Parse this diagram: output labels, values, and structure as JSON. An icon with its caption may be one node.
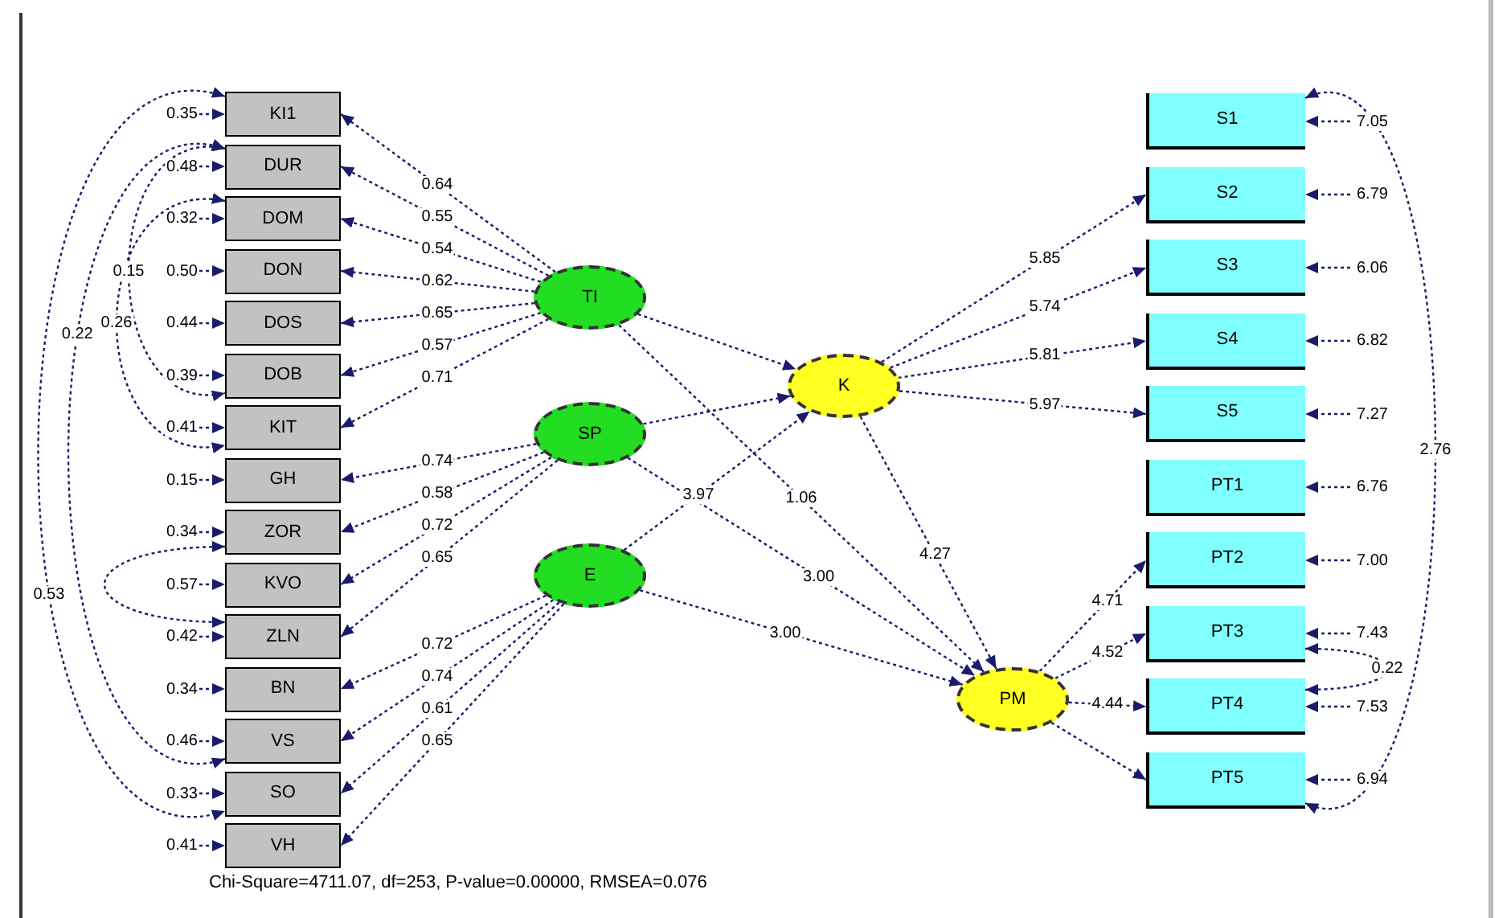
{
  "diagram": {
    "caption": "Chi-Square=4711.07, df=253, P-value=0.00000, RMSEA=0.076",
    "nodes": [
      {
        "text": [
          "KI1"
        ]
      },
      {
        "text": [
          "DUR"
        ]
      },
      {
        "text": [
          "DOM"
        ]
      },
      {
        "text": [
          "DON"
        ]
      },
      {
        "text": [
          "DOS"
        ]
      },
      {
        "text": [
          "DOB"
        ]
      },
      {
        "text": [
          "KIT"
        ]
      },
      {
        "text": [
          "GH"
        ]
      },
      {
        "text": [
          "ZOR"
        ]
      },
      {
        "text": [
          "KVO"
        ]
      },
      {
        "text": [
          "ZLN"
        ]
      },
      {
        "text": [
          "BN"
        ]
      },
      {
        "text": [
          "VS"
        ]
      },
      {
        "text": [
          "SO"
        ]
      },
      {
        "text": [
          "VH"
        ]
      },
      {
        "text": [
          "TI"
        ]
      },
      {
        "text": [
          "SP"
        ]
      },
      {
        "text": [
          "E"
        ]
      },
      {
        "text": [
          "K"
        ]
      },
      {
        "text": [
          "PM"
        ]
      },
      {
        "text": [
          "S1"
        ]
      },
      {
        "text": [
          "S2"
        ]
      },
      {
        "text": [
          "S3"
        ]
      },
      {
        "text": [
          "S4"
        ]
      },
      {
        "text": [
          "S5"
        ]
      },
      {
        "text": [
          "PT1"
        ]
      },
      {
        "text": [
          "PT2"
        ]
      },
      {
        "text": [
          "PT3"
        ]
      },
      {
        "text": [
          "PT4"
        ]
      },
      {
        "text": [
          "PT5"
        ]
      }
    ],
    "edges": [
      {
        "from": null,
        "to": 0,
        "arrow": "to",
        "label": "0.35"
      },
      {
        "from": null,
        "to": 1,
        "arrow": "to",
        "label": "0.48"
      },
      {
        "from": null,
        "to": 2,
        "arrow": "to",
        "label": "0.32"
      },
      {
        "from": null,
        "to": 3,
        "arrow": "to",
        "label": "0.50"
      },
      {
        "from": null,
        "to": 4,
        "arrow": "to",
        "label": "0.44"
      },
      {
        "from": null,
        "to": 5,
        "arrow": "to",
        "label": "0.39"
      },
      {
        "from": null,
        "to": 6,
        "arrow": "to",
        "label": "0.41"
      },
      {
        "from": null,
        "to": 7,
        "arrow": "to",
        "label": "0.15"
      },
      {
        "from": null,
        "to": 8,
        "arrow": "to",
        "label": "0.34"
      },
      {
        "from": null,
        "to": 9,
        "arrow": "to",
        "label": "0.57"
      },
      {
        "from": null,
        "to": 10,
        "arrow": "to",
        "label": "0.42"
      },
      {
        "from": null,
        "to": 11,
        "arrow": "to",
        "label": "0.34"
      },
      {
        "from": null,
        "to": 12,
        "arrow": "to",
        "label": "0.46"
      },
      {
        "from": null,
        "to": 13,
        "arrow": "to",
        "label": "0.33"
      },
      {
        "from": null,
        "to": 14,
        "arrow": "to",
        "label": "0.41"
      },
      {
        "from": 15,
        "to": 0,
        "arrow": "to",
        "label": "0.64"
      },
      {
        "from": 15,
        "to": 1,
        "arrow": "to",
        "label": "0.55"
      },
      {
        "from": 15,
        "to": 2,
        "arrow": "to",
        "label": "0.54"
      },
      {
        "from": 15,
        "to": 3,
        "arrow": "to",
        "label": "0.62"
      },
      {
        "from": 15,
        "to": 4,
        "arrow": "to",
        "label": "0.65"
      },
      {
        "from": 15,
        "to": 5,
        "arrow": "to",
        "label": "0.57"
      },
      {
        "from": 15,
        "to": 6,
        "arrow": "to",
        "label": "0.71"
      },
      {
        "from": 16,
        "to": 7,
        "arrow": "to",
        "label": "0.74"
      },
      {
        "from": 16,
        "to": 8,
        "arrow": "to",
        "label": "0.58"
      },
      {
        "from": 16,
        "to": 9,
        "arrow": "to",
        "label": "0.72"
      },
      {
        "from": 16,
        "to": 10,
        "arrow": "to",
        "label": "0.65"
      },
      {
        "from": 17,
        "to": 11,
        "arrow": "to",
        "label": "0.72"
      },
      {
        "from": 17,
        "to": 12,
        "arrow": "to",
        "label": "0.74"
      },
      {
        "from": 17,
        "to": 13,
        "arrow": "to",
        "label": "0.61"
      },
      {
        "from": 17,
        "to": 14,
        "arrow": "to",
        "label": "0.65"
      },
      {
        "from": 15,
        "to": 18,
        "arrow": "to"
      },
      {
        "from": 16,
        "to": 18,
        "arrow": "to"
      },
      {
        "from": 17,
        "to": 18,
        "arrow": "to",
        "label": "3.97"
      },
      {
        "from": 15,
        "to": 19,
        "arrow": "to",
        "label": "1.06"
      },
      {
        "from": 16,
        "to": 19,
        "arrow": "to",
        "label": "3.00"
      },
      {
        "from": 17,
        "to": 19,
        "arrow": "to",
        "label": "3.00"
      },
      {
        "from": 18,
        "to": 19,
        "arrow": "to",
        "label": "4.27"
      },
      {
        "from": 18,
        "to": 21,
        "arrow": "to",
        "label": "5.85"
      },
      {
        "from": 18,
        "to": 22,
        "arrow": "to",
        "label": "5.74"
      },
      {
        "from": 18,
        "to": 23,
        "arrow": "to",
        "label": "5.81"
      },
      {
        "from": 18,
        "to": 24,
        "arrow": "to",
        "label": "5.97"
      },
      {
        "from": 19,
        "to": 26,
        "arrow": "to",
        "label": "4.71"
      },
      {
        "from": 19,
        "to": 27,
        "arrow": "to",
        "label": "4.52"
      },
      {
        "from": 19,
        "to": 28,
        "arrow": "to",
        "label": "4.44"
      },
      {
        "from": 19,
        "to": 29,
        "arrow": "to"
      },
      {
        "from": null,
        "to": 20,
        "arrow": "to",
        "label": "7.05"
      },
      {
        "from": null,
        "to": 21,
        "arrow": "to",
        "label": "6.79"
      },
      {
        "from": null,
        "to": 22,
        "arrow": "to",
        "label": "6.06"
      },
      {
        "from": null,
        "to": 23,
        "arrow": "to",
        "label": "6.82"
      },
      {
        "from": null,
        "to": 24,
        "arrow": "to",
        "label": "7.27"
      },
      {
        "from": null,
        "to": 25,
        "arrow": "to",
        "label": "6.76"
      },
      {
        "from": null,
        "to": 26,
        "arrow": "to",
        "label": "7.00"
      },
      {
        "from": null,
        "to": 27,
        "arrow": "to",
        "label": "7.43"
      },
      {
        "from": null,
        "to": 28,
        "arrow": "to",
        "label": "7.53"
      },
      {
        "from": null,
        "to": 29,
        "arrow": "to",
        "label": "6.94"
      },
      {
        "from": 0,
        "to": 13,
        "arrow": "both",
        "label": "0.53"
      },
      {
        "from": 1,
        "to": 12,
        "arrow": "both",
        "label": "0.22"
      },
      {
        "from": 1,
        "to": 5,
        "arrow": "both",
        "label": "0.15"
      },
      {
        "from": 2,
        "to": 6,
        "arrow": "both",
        "label": "0.26"
      },
      {
        "from": 8,
        "to": 10,
        "arrow": "both"
      },
      {
        "from": 20,
        "to": 29,
        "arrow": "both",
        "label": "2.76"
      },
      {
        "from": 27,
        "to": 28,
        "arrow": "both",
        "label": "0.22"
      }
    ]
  }
}
